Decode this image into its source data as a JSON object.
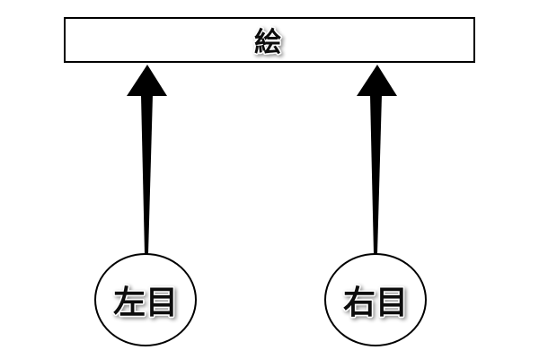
{
  "picture": {
    "label": "絵"
  },
  "eyes": {
    "left": {
      "label": "左目"
    },
    "right": {
      "label": "右目"
    }
  },
  "colors": {
    "stroke": "#000000",
    "fill": "#ffffff",
    "text": "#111111"
  }
}
